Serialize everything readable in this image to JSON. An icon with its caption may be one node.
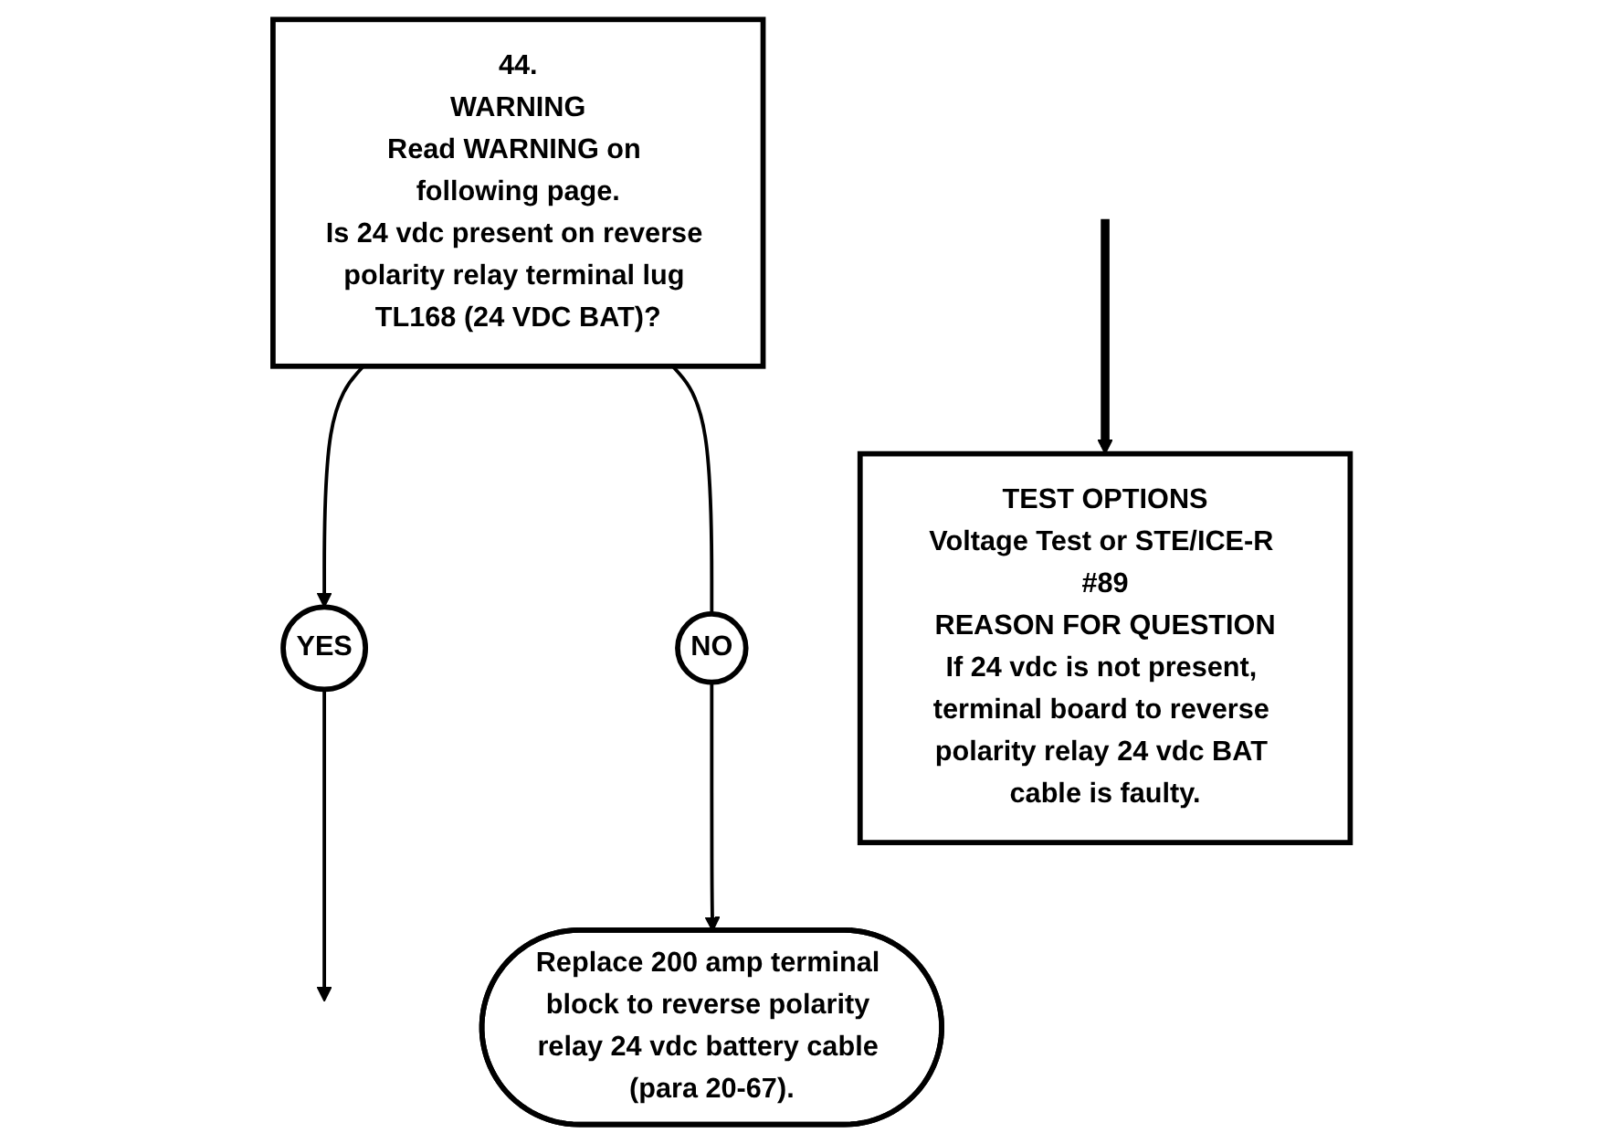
{
  "diagram": {
    "nodes": [
      {
        "text": [
          "44.",
          "WARNING",
          "Read WARNING on following page.",
          "Is 24 vdc present on reverse polarity relay terminal lug TL168 (24 VDC BAT)?"
        ]
      },
      {
        "text": [
          "NO"
        ]
      },
      {
        "text": [
          "YES"
        ]
      },
      {
        "text": [
          "Replace 200 amp terminal block to reverse polarity relay 24 vdc battery cable (para 20-67)."
        ]
      },
      {
        "text": [
          "TEST OPTIONS",
          "Voltage Test or STE/ICE-R #89",
          "REASON FOR QUESTION",
          "If 24 vdc is not present, terminal board to reverse polarity relay 24 vdc BAT cable is faulty."
        ]
      }
    ],
    "edges": [
      {
        "from": 0,
        "to": 2,
        "arrow": "to"
      },
      {
        "from": 0,
        "to": 1,
        "arrow": "none"
      },
      {
        "from": 1,
        "to": 3,
        "arrow": "to"
      },
      {
        "from": 2,
        "to": null,
        "arrow": "to"
      },
      {
        "from": null,
        "to": 4,
        "arrow": "to",
        "style": "thick"
      }
    ]
  }
}
